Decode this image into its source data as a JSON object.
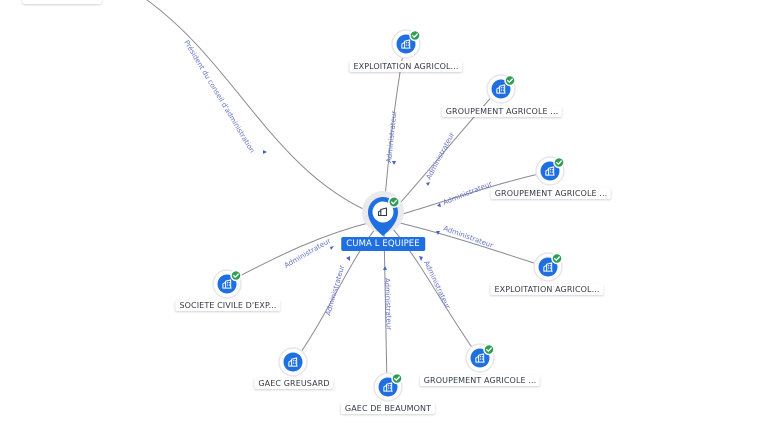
{
  "center": {
    "label": "CUMA L EQUIPEE",
    "icon": "building-icon",
    "verified": true
  },
  "nodes": [
    {
      "label": "EXPLOITATION AGRICOL...",
      "edge_label": "Administrateur",
      "verified": true
    },
    {
      "label": "GROUPEMENT AGRICOLE ...",
      "edge_label": "Administrateur",
      "verified": true
    },
    {
      "label": "GROUPEMENT AGRICOLE ...",
      "edge_label": "Administrateur",
      "verified": true
    },
    {
      "label": "EXPLOITATION AGRICOL...",
      "edge_label": "Administrateur",
      "verified": true
    },
    {
      "label": "GROUPEMENT AGRICOLE ...",
      "edge_label": "Administrateur",
      "verified": true
    },
    {
      "label": "GAEC DE BEAUMONT",
      "edge_label": "Administrateur",
      "verified": true
    },
    {
      "label": "GAEC GREUSARD",
      "edge_label": "Administrateur",
      "verified": false
    },
    {
      "label": "SOCIETE CIVILE D'EXP...",
      "edge_label": "Administrateur",
      "verified": true
    }
  ],
  "offscreen_edge": {
    "edge_label": "Président du conseil d'administration"
  },
  "colors": {
    "node": "#1f6fe0",
    "verified": "#2f9e52",
    "edge": "#8a8a96",
    "edge_label": "#6474c8"
  }
}
